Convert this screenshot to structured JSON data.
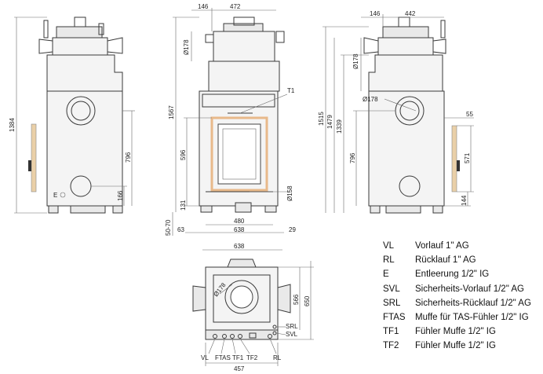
{
  "front_view": {
    "dims": {
      "top_offset": "146",
      "top_width": "472",
      "height_total": "1567",
      "door_height": "596",
      "bottom_pipe": "131",
      "inner_width": "480",
      "outer_width": "638",
      "left_margin": "63",
      "right_margin": "29",
      "feet": "50-70",
      "pipe_dia": "Ø178",
      "small_pipe": "Ø158",
      "marker": "T1"
    }
  },
  "left_view": {
    "dims": {
      "height": "1384",
      "side_height": "796",
      "bottom": "166",
      "drain_label": "E"
    }
  },
  "right_view": {
    "dims": {
      "top_offset": "146",
      "top_width": "442",
      "h1": "1515",
      "h2": "1479",
      "h3": "1339",
      "pipe_dia_top": "Ø178",
      "pipe_dia_side": "Ø178",
      "side_height": "796",
      "side_inner": "571",
      "offset": "55",
      "bottom": "144"
    }
  },
  "top_view": {
    "dims": {
      "width_top": "638",
      "pipe_dia": "Ø178",
      "depth_inner": "566",
      "depth_outer": "650",
      "width_bottom": "457",
      "srl": "SRL",
      "svl": "SVL",
      "vl": "VL",
      "ftas": "FTAS",
      "tf1": "TF1",
      "tf2": "TF2",
      "rl": "RL"
    }
  },
  "legend": [
    {
      "code": "VL",
      "desc": "Vorlauf 1\" AG"
    },
    {
      "code": "RL",
      "desc": "Rücklauf 1\" AG"
    },
    {
      "code": "E",
      "desc": "Entleerung 1/2\" IG"
    },
    {
      "code": "SVL",
      "desc": "Sicherheits-Vorlauf 1/2\" AG"
    },
    {
      "code": "SRL",
      "desc": "Sicherheits-Rücklauf 1/2\" AG"
    },
    {
      "code": "FTAS",
      "desc": "Muffe für TAS-Fühler 1/2\" IG"
    },
    {
      "code": "TF1",
      "desc": "Fühler Muffe 1/2\" IG"
    },
    {
      "code": "TF2",
      "desc": "Fühler Muffe 1/2\" IG"
    }
  ]
}
